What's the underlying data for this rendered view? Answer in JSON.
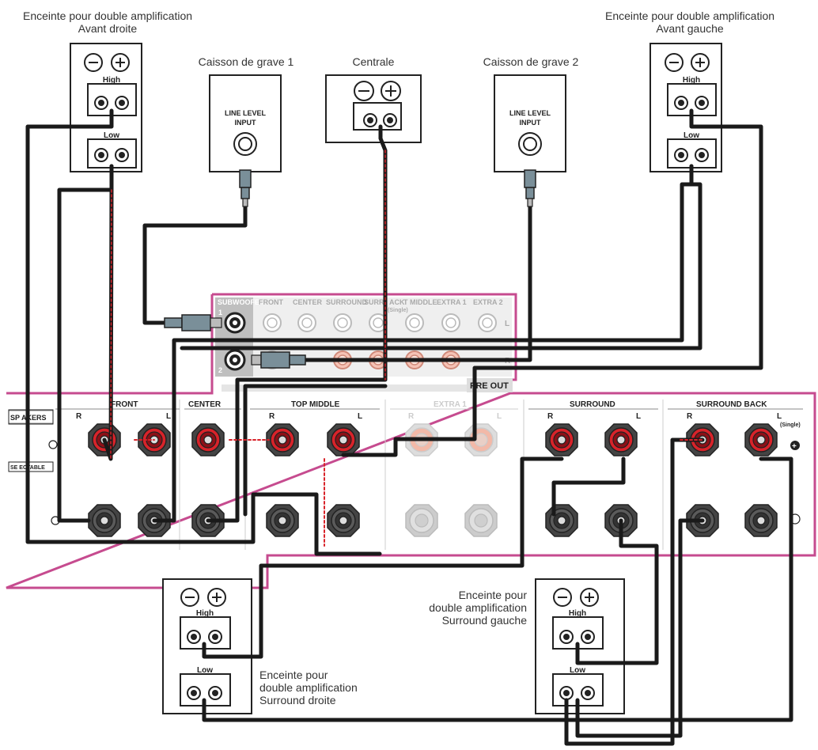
{
  "speakers": {
    "front_right": {
      "line1": "Enceinte pour double amplification",
      "line2": "Avant droite"
    },
    "front_left": {
      "line1": "Enceinte pour double amplification",
      "line2": "Avant gauche"
    },
    "surround_left": {
      "line1": "Enceinte pour",
      "line2": "double amplification",
      "line3": "Surround gauche"
    },
    "surround_right": {
      "line1": "Enceinte pour",
      "line2": "double amplification",
      "line3": "Surround droite"
    },
    "subwoofer1": "Caisson de grave 1",
    "center": "Centrale",
    "subwoofer2": "Caisson de grave 2"
  },
  "speaker_box": {
    "high": "High",
    "low": "Low",
    "minus": "⊖",
    "plus": "⊕",
    "line_level": "LINE LEVEL",
    "input": "INPUT"
  },
  "preout": {
    "channels": [
      "SUBWOOFER",
      "FRONT",
      "CENTER",
      "SURROUND",
      "SURR",
      "ACK",
      "T MIDDLE",
      "EXTRA 1",
      "EXTRA 2"
    ],
    "single": "(Single)",
    "num1": "1",
    "num2": "2",
    "side_l": "L",
    "side_r": "R",
    "title": "PRE OUT"
  },
  "terminals": {
    "speakers_tag": "SP AKERS",
    "selectable_tag": "SE ECTABLE",
    "groups": [
      {
        "name": "FRONT",
        "left": "R",
        "right": "L"
      },
      {
        "name": "CENTER",
        "left": "",
        "right": ""
      },
      {
        "name": "TOP MIDDLE",
        "left": "R",
        "right": "L"
      },
      {
        "name": "EXTRA 1",
        "left": "R",
        "right": "L"
      },
      {
        "name": "SURROUND",
        "left": "R",
        "right": "L"
      },
      {
        "name": "SURROUND BACK",
        "left": "R",
        "right": "L"
      }
    ],
    "single": "(Single)"
  },
  "colors": {
    "panel_outline": "#c64b8f",
    "red_terminal": "#d8232a",
    "black_terminal": "#4a4a4a",
    "cable": "#1a1a1a",
    "cable_red": "#d8232a",
    "plug": "#7a8f99",
    "faded": "#cfcfcf"
  }
}
